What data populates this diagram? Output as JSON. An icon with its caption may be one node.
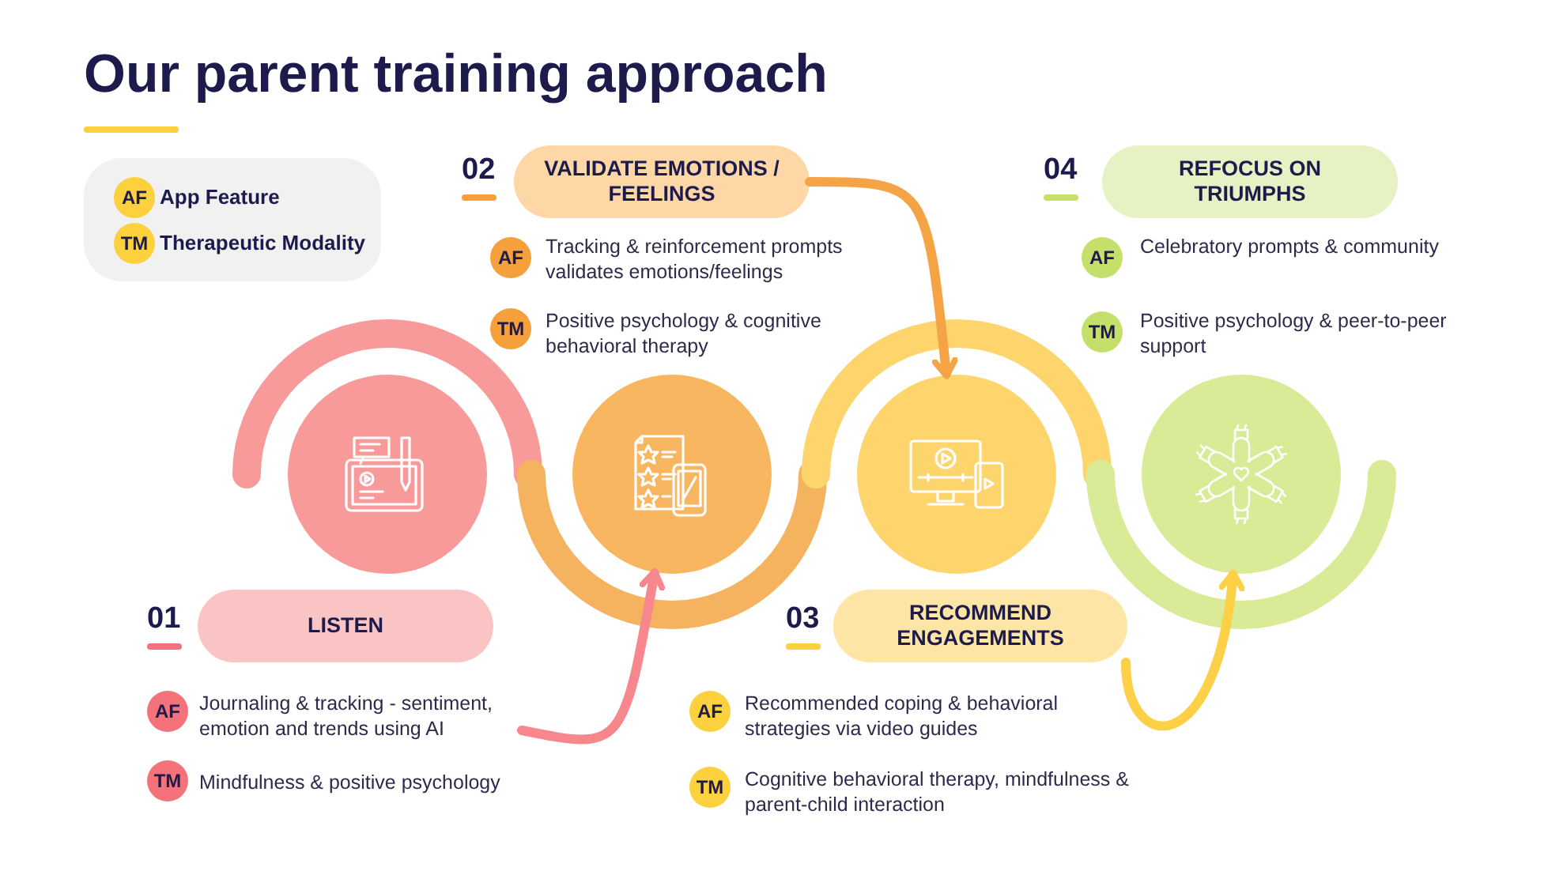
{
  "diagram": {
    "title": "Our parent training approach",
    "nodes": [
      {
        "text": [],
        "shape": "circle"
      },
      {
        "text": [
          "LISTEN"
        ],
        "beside": [
          "01"
        ]
      },
      {
        "text": [],
        "shape": "circle"
      },
      {
        "text": [
          "VALIDATE EMOTIONS / FEELINGS"
        ],
        "beside": [
          "02"
        ]
      },
      {
        "text": [],
        "shape": "circle"
      },
      {
        "text": [
          "RECOMMEND ENGAGEMENTS"
        ],
        "beside": [
          "03"
        ]
      },
      {
        "text": [],
        "shape": "circle"
      },
      {
        "text": [
          "REFOCUS ON TRIUMPHS"
        ],
        "beside": [
          "04"
        ]
      }
    ],
    "edges": [
      {
        "from": null,
        "to": 2,
        "arrow": "to",
        "color": "#f7878c"
      },
      {
        "from": 3,
        "to": 4,
        "arrow": "to",
        "color": "#f5a445"
      },
      {
        "from": 5,
        "to": 6,
        "arrow": "to",
        "color": "#fdd047"
      }
    ],
    "labels": [
      "AF",
      "TM",
      "AF",
      "Tracking & reinforcement prompts validates emotions/feelings",
      "AF",
      "Celebratory prompts & community",
      "TM",
      "Positive psychology & cognitive behavioral therapy",
      "TM",
      "Positive psychology & peer-to-peer support",
      "AF",
      "Journaling & tracking - sentiment, emotion and trends using AI",
      "AF",
      "Recommended coping & behavioral strategies via video guides",
      "TM",
      "Mindfulness & positive psychology",
      "TM",
      "Cognitive behavioral therapy, mindfulness & parent-child interaction"
    ],
    "legend": [
      {
        "text": "App Feature",
        "color": "#fdd03e"
      },
      {
        "text": "Therapeutic Modality",
        "color": "#fdd03e"
      }
    ]
  }
}
